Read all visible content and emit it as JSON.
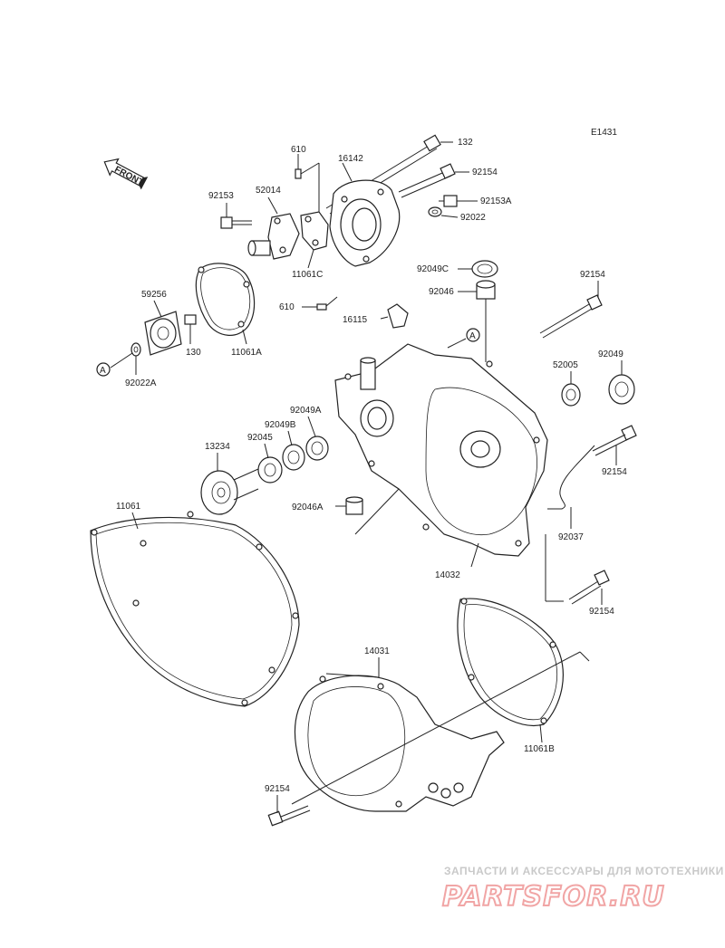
{
  "diagram_code": "E1431",
  "front_label": "FRONT",
  "watermark": {
    "line1": "ЗАПЧАСТИ И АКСЕССУАРЫ ДЛЯ МОТОТЕХНИКИ",
    "line2": "PARTSFOR.RU"
  },
  "ref_marker": "A",
  "labels": {
    "l610a": "610",
    "l16142": "16142",
    "l132": "132",
    "l92154a": "92154",
    "l92153": "92153",
    "l52014": "52014",
    "l92153A": "92153A",
    "l92022": "92022",
    "l11061C": "11061C",
    "l610b": "610",
    "l92049C": "92049C",
    "l92046": "92046",
    "l92154b": "92154",
    "l59256": "59256",
    "l130": "130",
    "l11061A": "11061A",
    "l92022A": "92022A",
    "l16115": "16115",
    "l52005": "52005",
    "l92049": "92049",
    "l92049A": "92049A",
    "l92049B": "92049B",
    "l92045": "92045",
    "l13234": "13234",
    "l92154c": "92154",
    "l92046A": "92046A",
    "l11061": "11061",
    "l92037": "92037",
    "l14032": "14032",
    "l92154d": "92154",
    "l14031": "14031",
    "l11061B": "11061B",
    "l92154e": "92154"
  }
}
